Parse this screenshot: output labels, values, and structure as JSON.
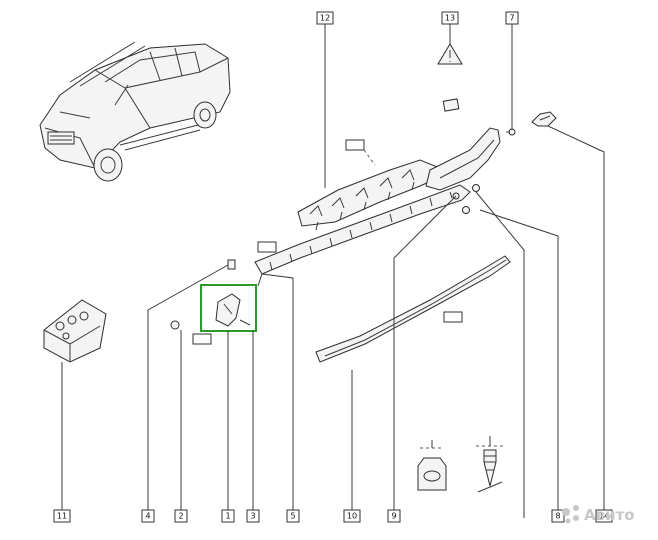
{
  "diagram": {
    "callouts": [
      "1",
      "2",
      "3",
      "4",
      "5",
      "7",
      "8",
      "9",
      "10",
      "11",
      "12",
      "13",
      "14"
    ],
    "watermark": {
      "text": "Авито"
    },
    "colors": {
      "highlight": "#2a9a2a",
      "line": "#3a3a3a",
      "background": "#ffffff"
    },
    "icons": [
      "vehicle-illustration",
      "warning-triangle-icon",
      "marker-tag-icon",
      "avito-logo-icon",
      "fastener-detail-icon"
    ]
  }
}
